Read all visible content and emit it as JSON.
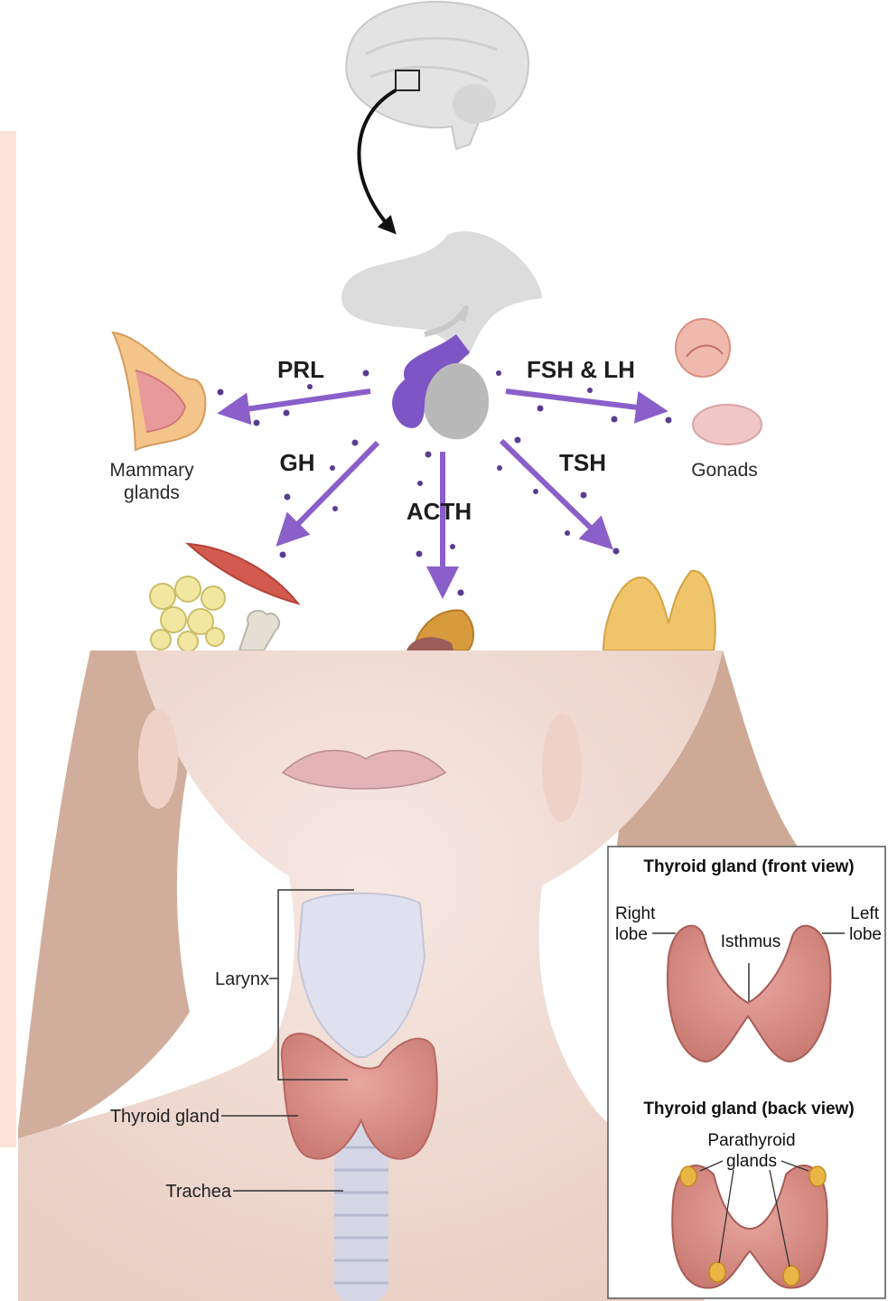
{
  "pituitary_diagram": {
    "hormones": {
      "prl": "PRL",
      "fsh_lh": "FSH & LH",
      "gh": "GH",
      "acth": "ACTH",
      "tsh": "TSH"
    },
    "targets": {
      "mammary_line1": "Mammary",
      "mammary_line2": "glands",
      "gonads": "Gonads"
    },
    "colors": {
      "arrow": "#8a5fc9",
      "anterior_lobe": "#7d55c4",
      "posterior_lobe": "#b9b9b9"
    }
  },
  "neck_illustration": {
    "labels": {
      "larynx": "Larynx",
      "thyroid_gland": "Thyroid gland",
      "trachea": "Trachea"
    }
  },
  "thyroid_inset": {
    "front_title": "Thyroid gland (front view)",
    "right_lobe_line1": "Right",
    "right_lobe_line2": "lobe",
    "left_lobe_line1": "Left",
    "left_lobe_line2": "lobe",
    "isthmus": "Isthmus",
    "back_title": "Thyroid gland (back view)",
    "parathyroid_line1": "Parathyroid",
    "parathyroid_line2": "glands"
  }
}
